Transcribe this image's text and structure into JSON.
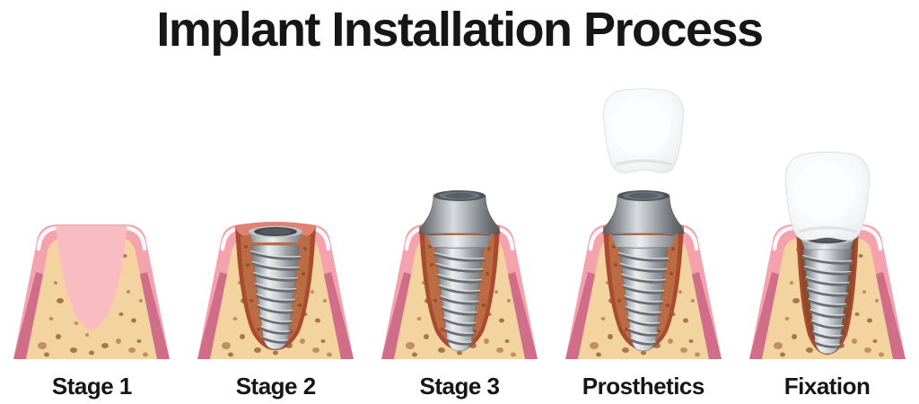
{
  "title": "Implant Installation Process",
  "stages": [
    {
      "label": "Stage 1",
      "parts": [
        "gum-tissue",
        "jaw-bone",
        "empty-socket"
      ]
    },
    {
      "label": "Stage 2",
      "parts": [
        "gum-tissue",
        "jaw-bone",
        "healing-tissue",
        "implant-screw"
      ]
    },
    {
      "label": "Stage 3",
      "parts": [
        "gum-tissue",
        "jaw-bone",
        "healing-tissue",
        "implant-screw",
        "abutment"
      ]
    },
    {
      "label": "Prosthetics",
      "parts": [
        "gum-tissue",
        "jaw-bone",
        "healing-tissue",
        "implant-screw",
        "abutment",
        "floating-crown"
      ]
    },
    {
      "label": "Fixation",
      "parts": [
        "gum-tissue",
        "jaw-bone",
        "integrated-socket",
        "implant-screw",
        "seated-crown"
      ]
    }
  ],
  "colors": {
    "background": "#FFFFFF",
    "title_text": "#161616",
    "label_text": "#161616",
    "gum_pink": "#F4A3AE",
    "gum_shadow": "#D06E89",
    "gum_highlight": "#FFFFFF",
    "empty_socket_pink": "#F9BCC3",
    "bone_tan": "#F3D4A1",
    "bone_speckle": "#C18F63",
    "healing_tissue": "#BC6C42",
    "healing_rim": "#A84B30",
    "inflamed_band": "#E08172",
    "integrated_socket": "#8E4A28",
    "implant_metal_light": "#ECEDEF",
    "implant_metal_dark": "#6F7378",
    "abutment_gray": "#7A7E84",
    "crown_white": "#F7F8F9"
  }
}
